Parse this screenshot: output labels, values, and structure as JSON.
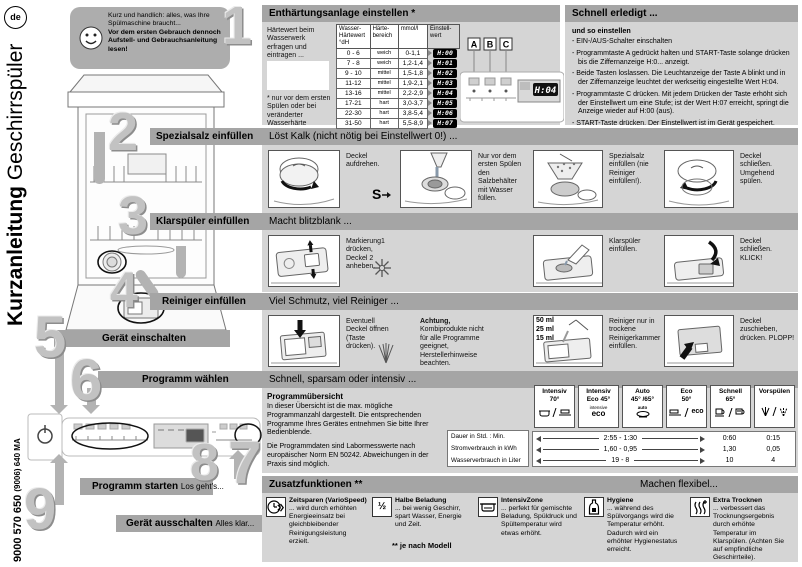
{
  "colors": {
    "bar_gray": "#a5a5a5",
    "panel_gray": "#d5d5d5",
    "bubble_gray": "#adadad",
    "lcd_bg": "#000000",
    "lcd_fg": "#ffffff"
  },
  "page": {
    "lang": "de",
    "title_bold": "Kurzanleitung",
    "title_reg": "Geschirrspüler",
    "doc_main": "9000 570 650",
    "doc_sub": "(9006) 640 MA"
  },
  "bubble": {
    "intro": "Kurz und handlich: alles, was Ihre Spülmaschine braucht...",
    "warn": "Vor dem ersten Gebrauch dennoch Aufstell- und Gebrauchsanleitung lesen!"
  },
  "s1": {
    "num": "1",
    "title": "Enthärtungsanlage einstellen *",
    "note": "Härtewert beim Wasserwerk erfragen und eintragen ...",
    "footnote": "* nur vor dem ersten Spülen oder bei veränderter Wasserhärte",
    "t": {
      "h1": "Wasser-Härtewert °dH",
      "h2": "Härte-bereich",
      "h3": "mmol/l",
      "h4": "Einstell-wert",
      "rows": [
        {
          "dh": "0 - 6",
          "hb": "weich",
          "mm": "0-1,1",
          "w": "H:00"
        },
        {
          "dh": "7 - 8",
          "hb": "weich",
          "mm": "1,2-1,4",
          "w": "H:01"
        },
        {
          "dh": "9 - 10",
          "hb": "mittel",
          "mm": "1,5-1,8",
          "w": "H:02"
        },
        {
          "dh": "11-12",
          "hb": "mittel",
          "mm": "1,9-2,1",
          "w": "H:03"
        },
        {
          "dh": "13-16",
          "hb": "mittel",
          "mm": "2,2-2,9",
          "w": "H:04"
        },
        {
          "dh": "17-21",
          "hb": "hart",
          "mm": "3,0-3,7",
          "w": "H:05"
        },
        {
          "dh": "22-30",
          "hb": "hart",
          "mm": "3,8-5,4",
          "w": "H:06"
        },
        {
          "dh": "31-50",
          "hb": "hart",
          "mm": "5,5-8,9",
          "w": "H:07"
        }
      ]
    },
    "panel": {
      "a": "A",
      "b": "B",
      "c": "C",
      "display": "H:04"
    },
    "quick": {
      "header": "Schnell erledigt ...",
      "sub": "und so einstellen",
      "b1": "- EIN-/AUS-Schalter einschalten",
      "b2": "- Programmtaste A gedrückt halten und START-Taste solange drücken bis die Ziffernanzeige H:0... anzeigt.",
      "b3": "- Beide Tasten loslassen. Die Leuchtanzeige der Taste A blinkt und in der Ziffernanzeige leuchtet der werkseitig eingestellte Wert H:04.",
      "b4": "- Programmtaste C drücken. Mit jedem Drücken der Taste erhöht sich der Einstellwert um eine Stufe; ist der Wert H:07 erreicht, springt die Anzeige wieder auf H:00 (aus).",
      "b5": "- START-Taste drücken. Der Einstellwert ist im Gerät gespeichert."
    }
  },
  "s2": {
    "num": "2",
    "label": "Spezialsalz einfüllen",
    "desc": "Löst Kalk (nicht nötig bei Einstellwert 0!) ...",
    "sym": "S",
    "cap1": "Deckel aufdrehen.",
    "cap2": "Nur vor dem ersten Spülen den Salzbehälter mit Wasser füllen.",
    "cap3": "Spezialsalz einfüllen (nie Reiniger einfüllen!).",
    "cap4": "Deckel schließen. Umgehend spülen."
  },
  "s3": {
    "num": "3",
    "label": "Klarspüler einfüllen",
    "desc": "Macht blitzblank ...",
    "cap1": "Markierung1 drücken, Deckel 2 anheben.",
    "cap2": "Klarspüler einfüllen.",
    "cap3": "Deckel schließen. KLICK!"
  },
  "s4": {
    "num": "4",
    "label": "Reiniger einfüllen",
    "desc": "Viel Schmutz, viel Reiniger ...",
    "cap1": "Eventuell Deckel öffnen (Taste drücken).",
    "warn_b": "Achtung,",
    "warn": "Kombiprodukte nicht für alle Programme geeignet, Herstellerhinweise beachten.",
    "ml1": "50 ml",
    "ml2": "25 ml",
    "ml3": "15 ml",
    "cap2": "Reiniger nur in trockene Reinigerkammer einfüllen.",
    "cap3": "Deckel zuschieben, drücken. PLOPP!"
  },
  "s5": {
    "num": "5",
    "label": "Gerät einschalten"
  },
  "s6": {
    "num": "6",
    "label": "Programm wählen",
    "desc": "Schnell, sparsam oder intensiv ...",
    "ov_title": "Programmübersicht",
    "p1": "In dieser Übersicht ist die max. mögliche Programmanzahl dargestellt. Die entsprechenden Programme Ihres Gerätes entnehmen Sie bitte Ihrer Bedienblende.",
    "p2": "Die Programmdaten sind Labormesswerte nach europäischer Norm EN 50242. Abweichungen in der Praxis sind möglich.",
    "rl1": "Dauer in Std. : Min.",
    "rl2": "Stromverbrauch in kWh",
    "rl3": "Wasserverbrauch in Liter",
    "prog": [
      {
        "name": "Intensiv",
        "temp": "70°"
      },
      {
        "name": "Intensiv",
        "temp": "Eco 45°",
        "ico1": "intensive",
        "ico2": "eco"
      },
      {
        "name": "Auto",
        "temp": "45° /65°",
        "ico1": "auto"
      },
      {
        "name": "Eco",
        "temp": "50°",
        "ico2": "eco"
      },
      {
        "name": "Schnell",
        "temp": "65°"
      },
      {
        "name": "Vorspülen",
        "temp": ""
      }
    ],
    "v": {
      "r1s": "2:55 - 1:30",
      "r1a": "0:60",
      "r1b": "0:15",
      "r2s": "1,60 - 0,95",
      "r2a": "1,30",
      "r2b": "0,05",
      "r3s": "19 - 8",
      "r3a": "10",
      "r3b": "4"
    }
  },
  "s7": {
    "num": "7",
    "title": "Zusatzfunktionen **",
    "desc": "Machen flexibel...",
    "footnote": "** je nach Modell",
    "f": [
      {
        "t": "Zeitsparen (VarioSpeed)",
        "x": "... wird durch erhöhten Energieeinsatz bei gleichbleibender Reinigungsleistung erzielt."
      },
      {
        "t": "Halbe Beladung",
        "x": "... bei wenig Geschirr, spart Wasser, Energie und Zeit.",
        "glyph": "½"
      },
      {
        "t": "IntensivZone",
        "x": "... perfekt für gemischte Beladung, Spüldruck und Spültemperatur wird etwas erhöht."
      },
      {
        "t": "Hygiene",
        "x": "... während des Spülvorgangs wird die Temperatur erhöht. Dadurch wird ein erhöhter Hygienestatus erreicht."
      },
      {
        "t": "Extra Trocknen",
        "x": "... verbessert das Trocknungsergebnis durch erhöhte Temperatur im Klarspülen. (Achten Sie auf empfindliche Geschirrteile)."
      }
    ]
  },
  "s8": {
    "num": "8",
    "label": "Programm starten",
    "tag": "Los geht's..."
  },
  "s9": {
    "num": "9",
    "label": "Gerät ausschalten",
    "tag": "Alles klar..."
  }
}
